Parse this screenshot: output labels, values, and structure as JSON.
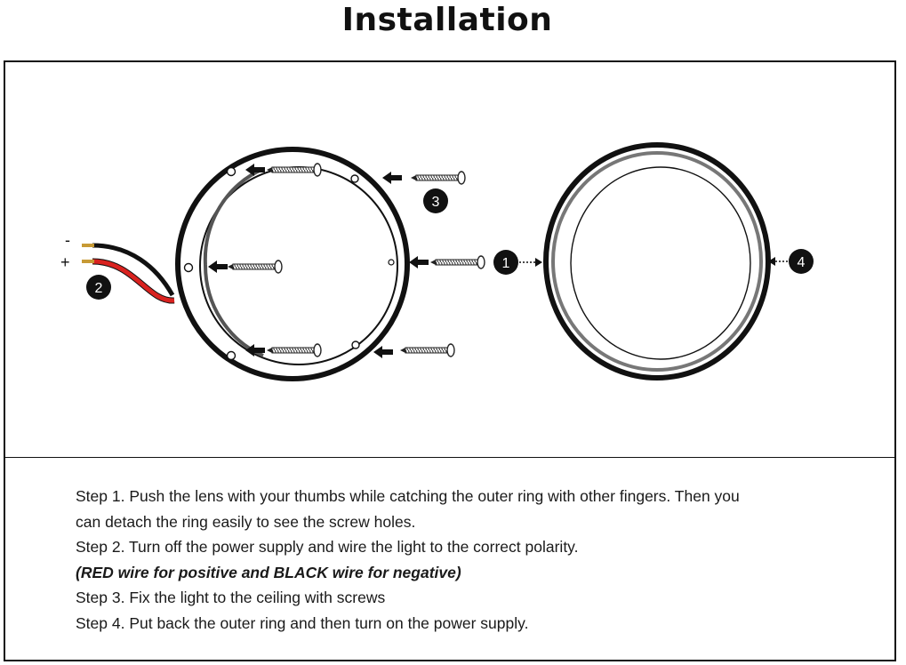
{
  "title": "Installation",
  "diagram": {
    "callouts": [
      "1",
      "2",
      "3",
      "4"
    ],
    "polarity": {
      "negative": "-",
      "positive": "+"
    },
    "colors": {
      "red_wire": "#d9221f",
      "black_wire": "#111111"
    }
  },
  "steps": {
    "step1_line1": "Step 1. Push the lens with your thumbs while catching the outer ring with other fingers. Then you",
    "step1_line2": "can detach the ring easily to see the screw holes.",
    "step2": "Step 2. Turn off the power supply and wire the light to the correct polarity.",
    "step2_note": "(RED wire for positive and BLACK wire for negative)",
    "step3": "Step 3. Fix the light to the ceiling with screws",
    "step4": "Step 4. Put back the outer ring and then turn on the power supply."
  }
}
